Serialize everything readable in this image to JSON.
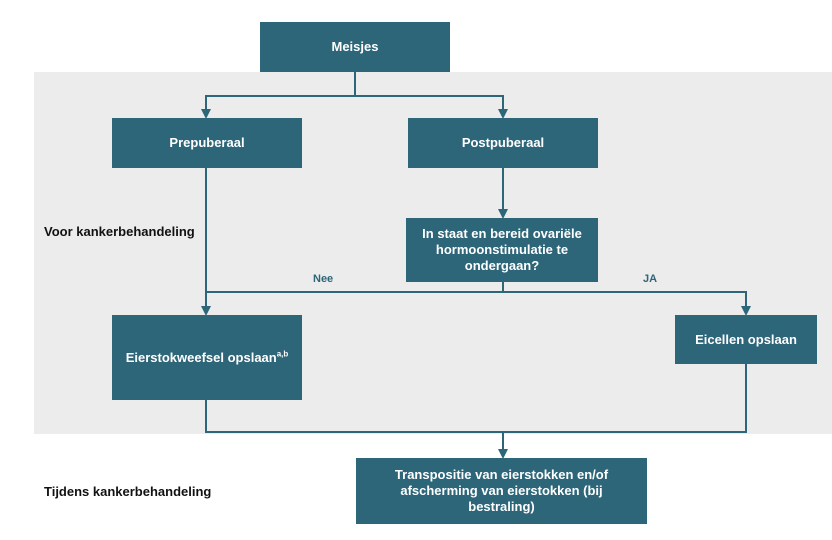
{
  "diagram": {
    "colors": {
      "box_fill": "#2d6579",
      "line": "#2d6579",
      "band": "#ececec"
    },
    "nodes": {
      "meisjes": "Meisjes",
      "prepuberaal": "Prepuberaal",
      "postpuberaal": "Postpuberaal",
      "hormoon_vraag": "In staat en bereid ovariële hormoonstimulatie te ondergaan?",
      "eierstokweefsel": "Eierstokweefsel opslaan",
      "eierstokweefsel_sup": "a,b",
      "eicellen": "Eicellen opslaan",
      "transpositie": "Transpositie van eierstokken en/of afscherming van eierstokken (bij bestraling)"
    },
    "phases": {
      "voor": "Voor kankerbehandeling",
      "tijdens": "Tijdens kankerbehandeling"
    },
    "edge_labels": {
      "nee": "Nee",
      "ja": "JA"
    }
  }
}
